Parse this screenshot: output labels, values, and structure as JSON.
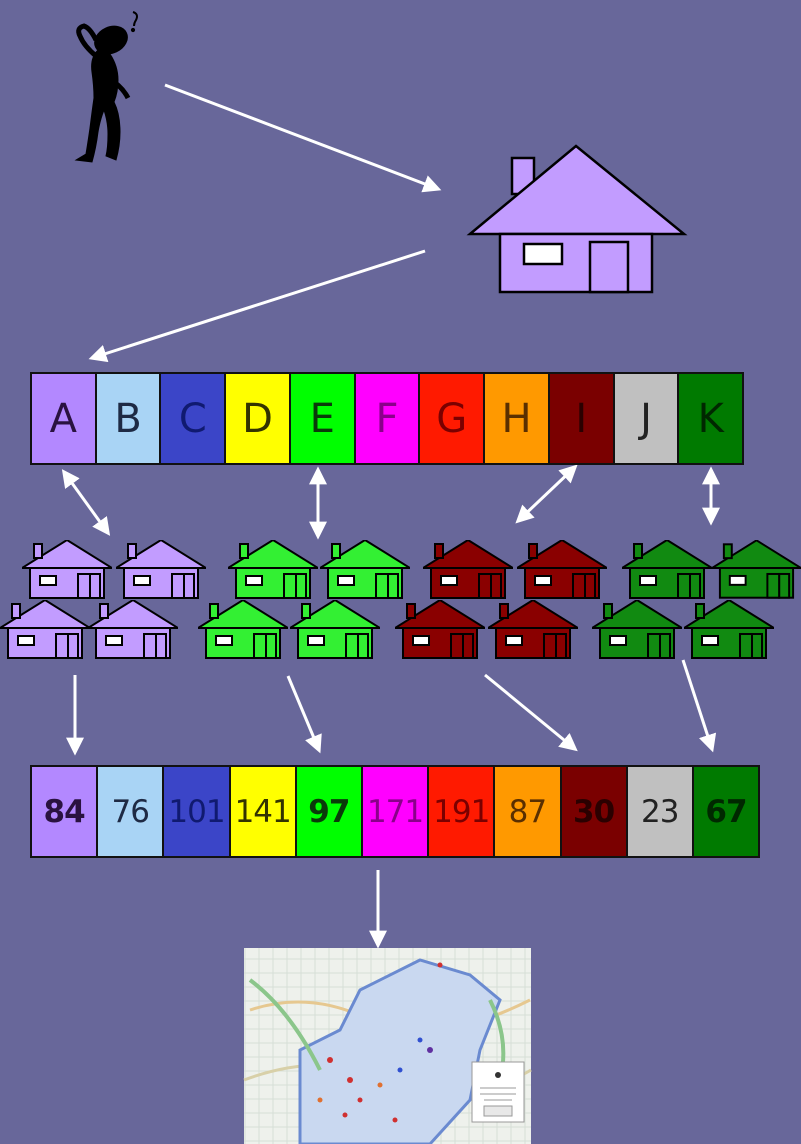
{
  "categories": [
    {
      "letter": "A",
      "value": "84",
      "color": "#b388ff",
      "text": "#2a1240",
      "bold": true
    },
    {
      "letter": "B",
      "value": "76",
      "color": "#a9d4f5",
      "text": "#1e2a44",
      "bold": false
    },
    {
      "letter": "C",
      "value": "101",
      "color": "#3b45c8",
      "text": "#101a70",
      "bold": false
    },
    {
      "letter": "D",
      "value": "141",
      "color": "#ffff00",
      "text": "#333300",
      "bold": false
    },
    {
      "letter": "E",
      "value": "97",
      "color": "#00ff00",
      "text": "#0a3a0a",
      "bold": true
    },
    {
      "letter": "F",
      "value": "171",
      "color": "#ff00ff",
      "text": "#8a008a",
      "bold": false
    },
    {
      "letter": "G",
      "value": "191",
      "color": "#ff1a00",
      "text": "#7a0000",
      "bold": false
    },
    {
      "letter": "H",
      "value": "87",
      "color": "#ff9900",
      "text": "#5a2f00",
      "bold": false
    },
    {
      "letter": "I",
      "value": "30",
      "color": "#7a0000",
      "text": "#2a0000",
      "bold": true
    },
    {
      "letter": "J",
      "value": "23",
      "color": "#c0c0c0",
      "text": "#222222",
      "bold": false
    },
    {
      "letter": "K",
      "value": "67",
      "color": "#007a00",
      "text": "#002800",
      "bold": true
    }
  ],
  "house_colors": {
    "main": "#c29cff",
    "group_a": "#c29cff",
    "group_e": "#33f033",
    "group_i": "#8a0000",
    "group_k": "#118a11"
  },
  "arrow_color": "#ffffff",
  "icons": {
    "person": "thinking-person-icon",
    "house": "house-icon",
    "map": "map-thumbnail-icon"
  }
}
